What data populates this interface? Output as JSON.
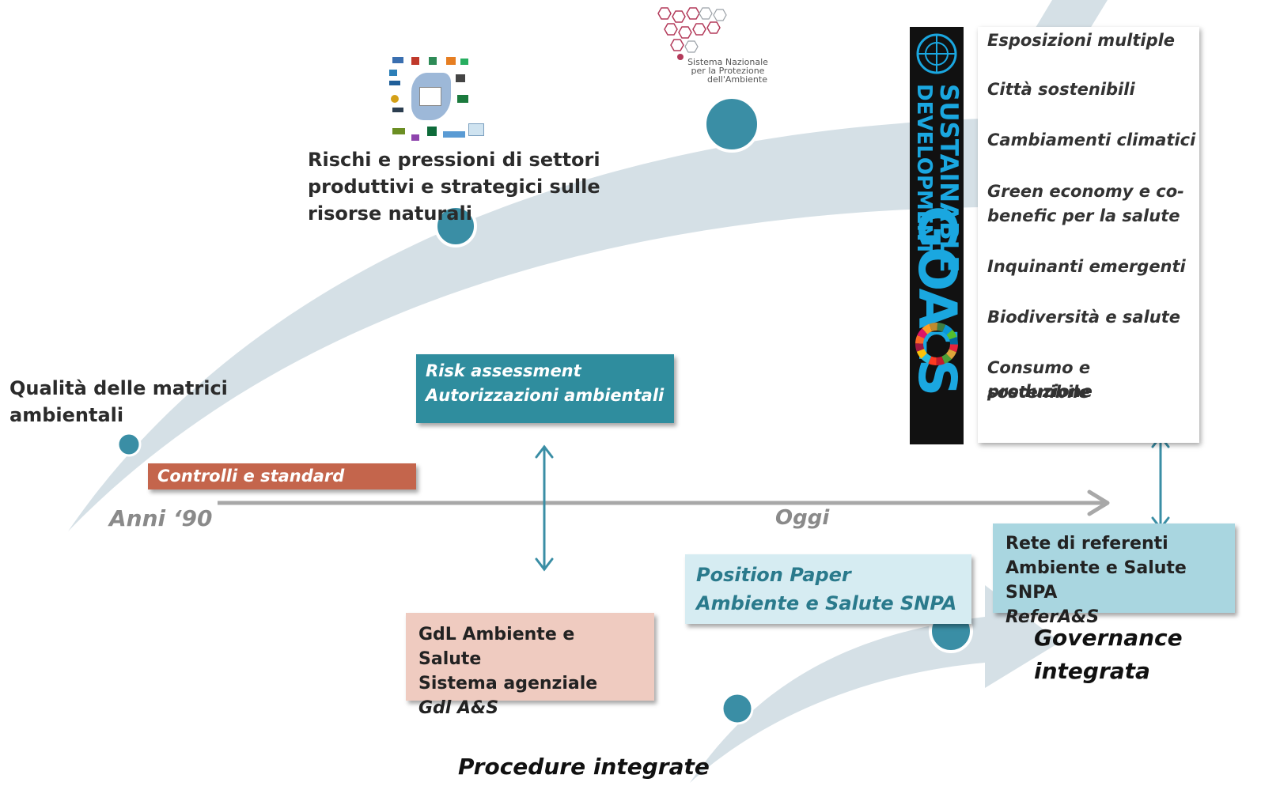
{
  "diagram": {
    "timeline": {
      "start_label": "Anni ‘90",
      "end_label": "Oggi"
    },
    "main_curve_labels": {
      "quality": "Qualità delle matrici ambientali",
      "risks": "Rischi e pressioni di settori produttivi e strategici sulle risorse naturali"
    },
    "snpa_logo": {
      "line1": "Sistema Nazionale",
      "line2": "per la Protezione",
      "line3": "dell'Ambiente"
    },
    "sdg_logo": {
      "line1": "SUSTAINABLE",
      "line2": "DEVELOPMENT",
      "line3": "GOALS"
    },
    "controls_box": "Controlli e standard",
    "risk_box": {
      "line1": "Risk assessment",
      "line2": "Autorizzazioni ambientali"
    },
    "gdl_box": {
      "line1": "GdL Ambiente e Salute",
      "line2": "Sistema agenziale",
      "line3": "Gdl A&S"
    },
    "position_paper_box": {
      "line1": "Position Paper",
      "line2": "Ambiente e Salute SNPA"
    },
    "network_box": {
      "line1": "Rete di referenti",
      "line2": "Ambiente e Salute SNPA",
      "line3": "ReferA&S"
    },
    "themes": [
      "Esposizioni multiple",
      "Città sostenibili",
      "Cambiamenti climatici",
      "Green economy e co-",
      "benefic per la salute",
      "Inquinanti emergenti",
      "Biodiversità e salute",
      "Consumo e produzione",
      "sostenibile"
    ],
    "governance": {
      "line1": "Governance",
      "line2": "integrata"
    },
    "procedures": "Procedure integrate",
    "colors": {
      "curve": "#d5e0e6",
      "dot": "#3a8ea5",
      "teal": "#2f8d9e",
      "red": "#c4654c",
      "pink": "#efcbc0",
      "lightblue": "#d6ecf2",
      "cyan": "#a9d6e0",
      "timeline": "#a8a8a8"
    }
  }
}
